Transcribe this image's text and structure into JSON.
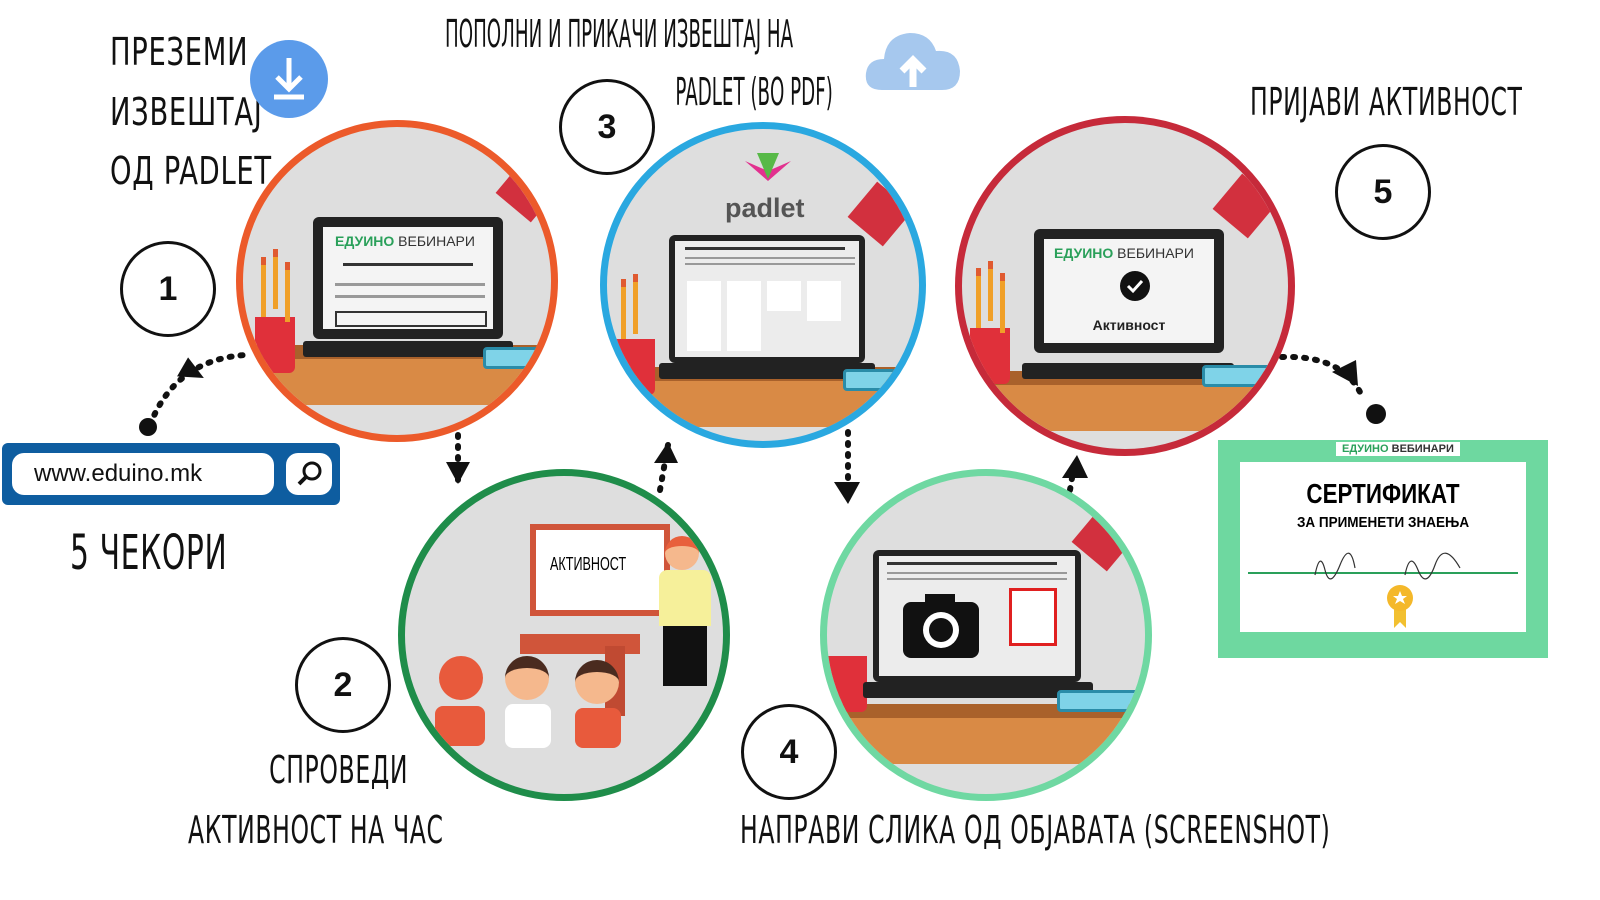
{
  "title_steps": "5 ЧЕКОРИ",
  "steps": [
    {
      "number": "1",
      "label_lines": [
        "ПРЕЗЕМИ",
        "ИЗВЕШТАЈ",
        "ОД PADLET"
      ]
    },
    {
      "number": "2",
      "label_lines": [
        "СПРОВЕДИ",
        "АКТИВНОСТ НА ЧАС"
      ]
    },
    {
      "number": "3",
      "label_lines": [
        "ПОПОЛНИ И ПРИКАЧИ ИЗВЕШТАЈ НА",
        "PADLET (ВО PDF)"
      ]
    },
    {
      "number": "4",
      "label_lines": [
        "НАПРАВИ СЛИКА ОД ОБЈАВАТА (SCREENSHOT)"
      ]
    },
    {
      "number": "5",
      "label_lines": [
        "ПРИЈАВИ АКТИВНОСТ"
      ]
    }
  ],
  "search": {
    "url": "www.eduino.mk"
  },
  "brand": {
    "name": "ЕДУИНО",
    "suffix": "ВЕБИНАРИ"
  },
  "padlet_label": "padlet",
  "board_label": "АКТИВНОСТ",
  "activity_label": "Активност",
  "certificate": {
    "title": "СЕРТИФИКАТ",
    "subtitle": "ЗА ПРИМЕНЕТИ ЗНАЕЊА"
  },
  "colors": {
    "step1": "#ec5a2a",
    "step2": "#1f8d4a",
    "step3": "#2aa8e0",
    "step4": "#6fd8a2",
    "step5": "#c62a3a",
    "cert": "#6ed8a0",
    "search": "#0e5da0"
  }
}
